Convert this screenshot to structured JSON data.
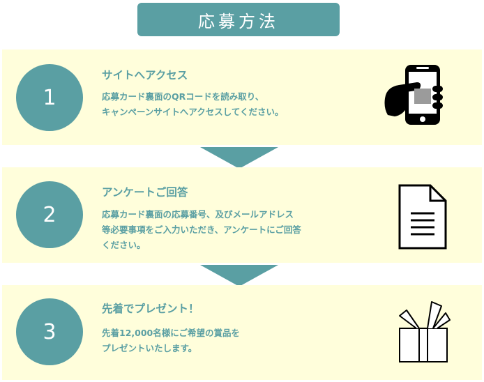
{
  "title": "応募方法",
  "steps": [
    {
      "number": "1",
      "title": "サイトへアクセス",
      "lines": [
        "応募カード裏面のQRコードを読み取り、",
        "キャンペーンサイトへアクセスしてください。"
      ],
      "icon": "phone-qr-icon"
    },
    {
      "number": "2",
      "title": "アンケートご回答",
      "lines": [
        "応募カード裏面の応募番号、及びメールアドレス",
        "等必要事項をご入力いただき、アンケートにご回答",
        "ください。"
      ],
      "icon": "document-icon"
    },
    {
      "number": "3",
      "title": "先着でプレゼント！",
      "lines": [
        "先着12,000名様にご希望の賞品を",
        "プレゼントいたします。"
      ],
      "icon": "gift-icon"
    }
  ],
  "colors": {
    "accent": "#5a9fa3",
    "panel": "#fffedb"
  }
}
